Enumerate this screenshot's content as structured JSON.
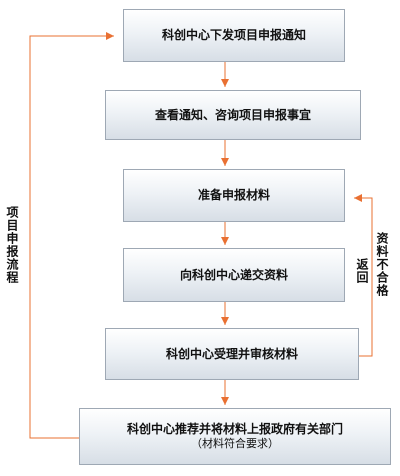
{
  "steps": [
    {
      "label": "科创中心下发项目申报通知"
    },
    {
      "label": "查看通知、咨询项目申报事宜"
    },
    {
      "label": "准备申报材料"
    },
    {
      "label": "向科创中心递交资料"
    },
    {
      "label": "科创中心受理并审核材料"
    },
    {
      "label": "科创中心推荐并将材料上报政府有关部门",
      "sub": "（材料符合要求）"
    }
  ],
  "side_label": "项目申报流程",
  "loop_labels": {
    "reason": "资料不合格",
    "action": "返回"
  },
  "colors": {
    "connector": "#e97032",
    "box_border": "#9ea8b4"
  }
}
